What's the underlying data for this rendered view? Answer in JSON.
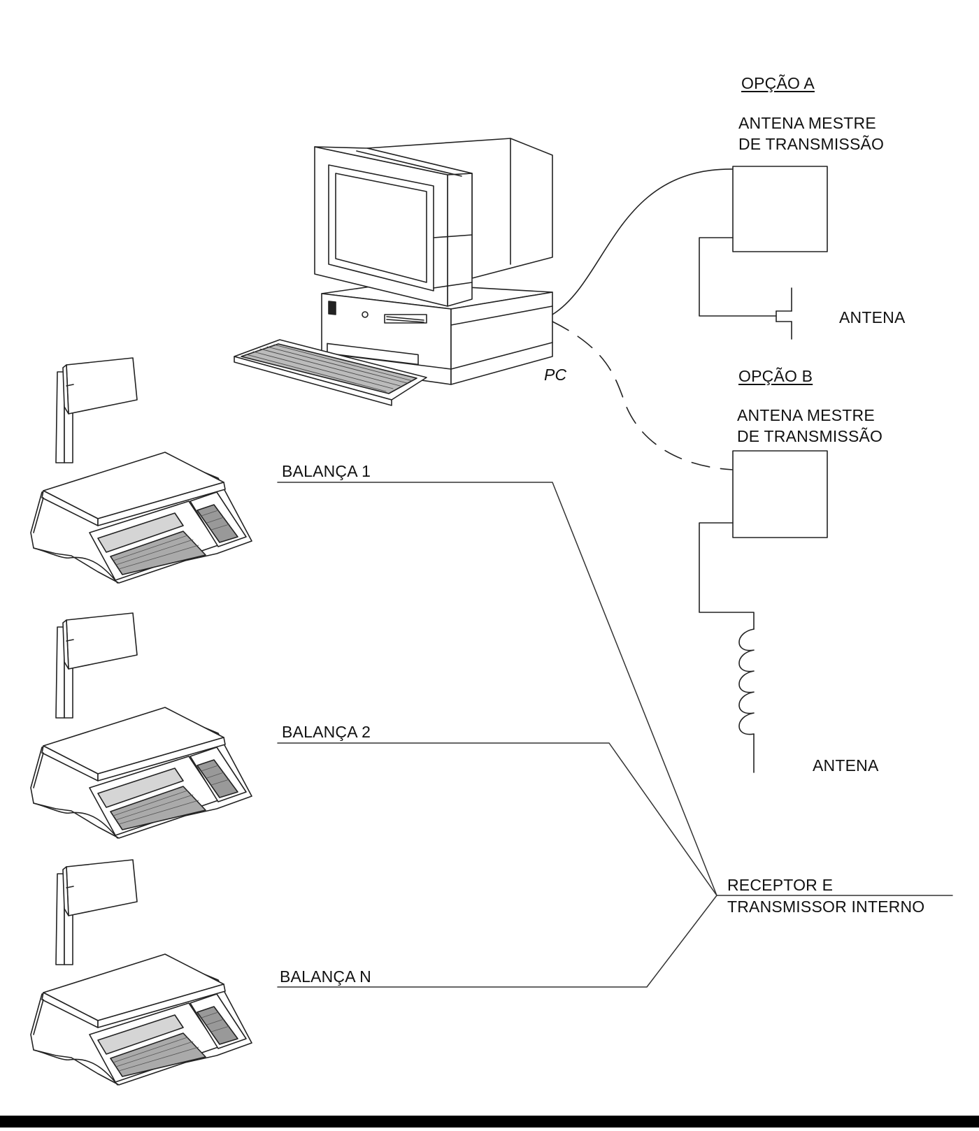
{
  "option_a": {
    "heading": "OPÇÃO A",
    "master_antenna_line1": "ANTENA MESTRE",
    "master_antenna_line2": "DE TRANSMISSÃO",
    "antenna_label": "ANTENA"
  },
  "option_b": {
    "heading": "OPÇÃO B",
    "master_antenna_line1": "ANTENA MESTRE",
    "master_antenna_line2": "DE TRANSMISSÃO",
    "antenna_label": "ANTENA"
  },
  "pc_label": "PC",
  "scales": [
    {
      "label": "BALANÇA 1"
    },
    {
      "label": "BALANÇA 2"
    },
    {
      "label": "BALANÇA N"
    }
  ],
  "receiver": {
    "line1": "RECEPTOR E",
    "line2": "TRANSMISSOR INTERNO"
  }
}
